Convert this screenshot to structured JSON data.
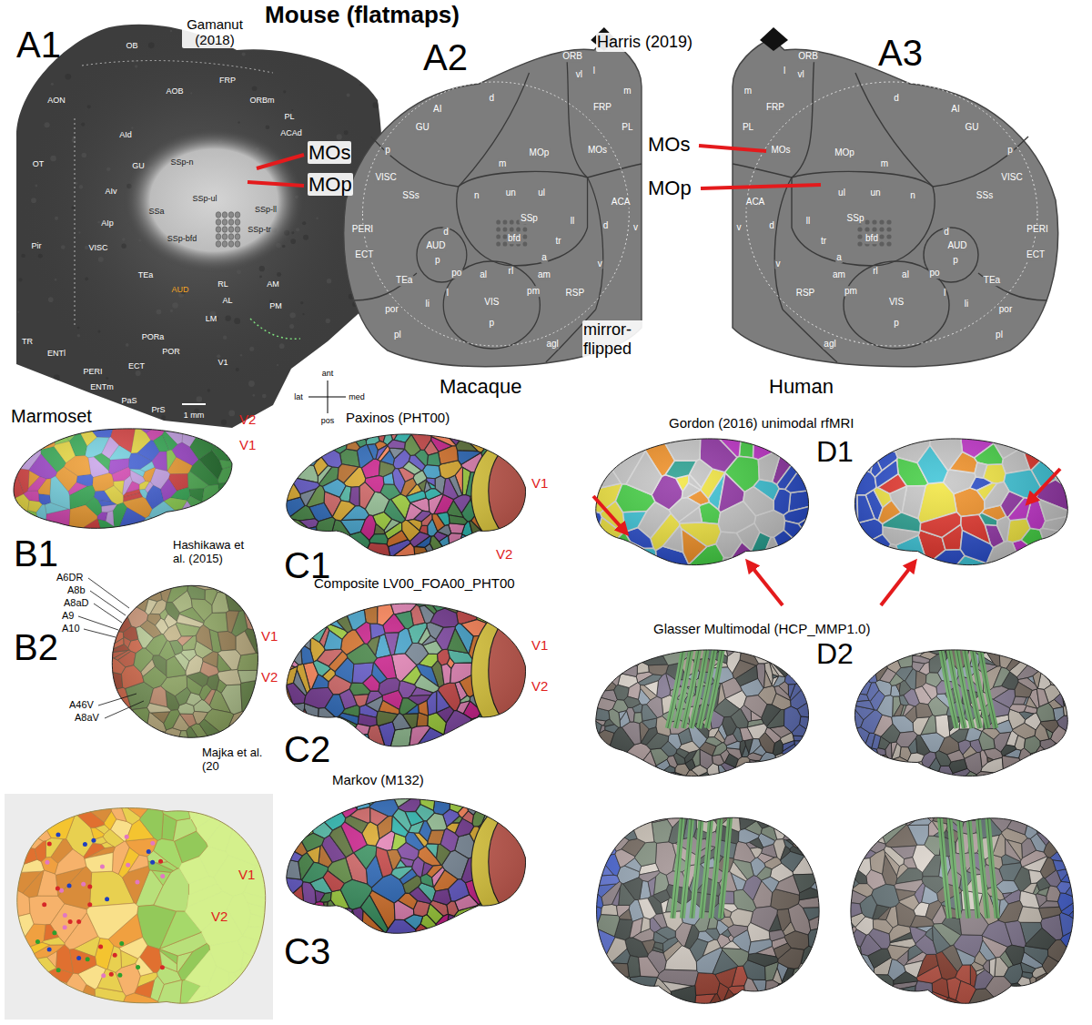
{
  "diagram": {
    "title": "Mouse (flatmaps)",
    "labels": [
      "A1",
      "Gamanut (2018)",
      "MOs",
      "MOp",
      "OB",
      "AON",
      "AOB",
      "FRP",
      "ORBm",
      "PL",
      "OT",
      "AId",
      "AIv",
      "GU",
      "SSp-n",
      "SSp-ul",
      "SSp-bfd",
      "SSp-ll",
      "SSp-tr",
      "SSa",
      "ACAd",
      "Pir",
      "VISC",
      "AIp",
      "AUD",
      "TEa",
      "RL",
      "AL",
      "AM",
      "PM",
      "LM",
      "PORa",
      "POR",
      "V1",
      "ECT",
      "TR",
      "ENTl",
      "PERI",
      "ENTm",
      "PaS",
      "PrS",
      "1 mm",
      "ant",
      "lat",
      "med",
      "pos",
      "A2",
      "Harris (2019)",
      "mirror- flipped",
      "ORB",
      "l",
      "vl",
      "m",
      "FRP",
      "PL",
      "d",
      "AI",
      "GU",
      "p",
      "VISC",
      "MOs",
      "MOp",
      "m",
      "ACA",
      "v",
      "d",
      "ul",
      "un",
      "n",
      "SSs",
      "ll",
      "SSp",
      "bfd",
      "tr",
      "a",
      "am",
      "rl",
      "d",
      "AUD",
      "p",
      "po",
      "al",
      "TEa",
      "PERI",
      "ECT",
      "v",
      "RSP",
      "pm",
      "VIS",
      "l",
      "li",
      "por",
      "p",
      "pl",
      "agl",
      "A3",
      "MOs",
      "MOp",
      "ORB",
      "l",
      "vl",
      "m",
      "FRP",
      "PL",
      "d",
      "AI",
      "GU",
      "p",
      "VISC",
      "MOs",
      "MOp",
      "m",
      "ACA",
      "v",
      "d",
      "ul",
      "un",
      "n",
      "SSs",
      "ll",
      "SSp",
      "bfd",
      "tr",
      "a",
      "am",
      "rl",
      "d",
      "AUD",
      "p",
      "po",
      "al",
      "TEa",
      "PERI",
      "ECT",
      "v",
      "RSP",
      "pm",
      "VIS",
      "l",
      "li",
      "por",
      "p",
      "pl",
      "agl",
      "Marmoset",
      "V2",
      "V1",
      "B1",
      "Hashikawa et al. (2015)",
      "B2",
      "A6DR",
      "A8b",
      "A8aD",
      "A9",
      "A10",
      "A46V",
      "A8aV",
      "V1",
      "V2",
      "Majka et al. (20",
      "V1",
      "V2",
      "Macaque",
      "Paxinos (PHT00)",
      "V1",
      "V2",
      "C1",
      "Composite LV00_FOA00_PHT00",
      "V1",
      "V2",
      "C2",
      "Markov (M132)",
      "C3",
      "Human",
      "Gordon (2016) unimodal rfMRI",
      "D1",
      "Glasser Multimodal (HCP_MMP1.0)",
      "D2"
    ]
  }
}
